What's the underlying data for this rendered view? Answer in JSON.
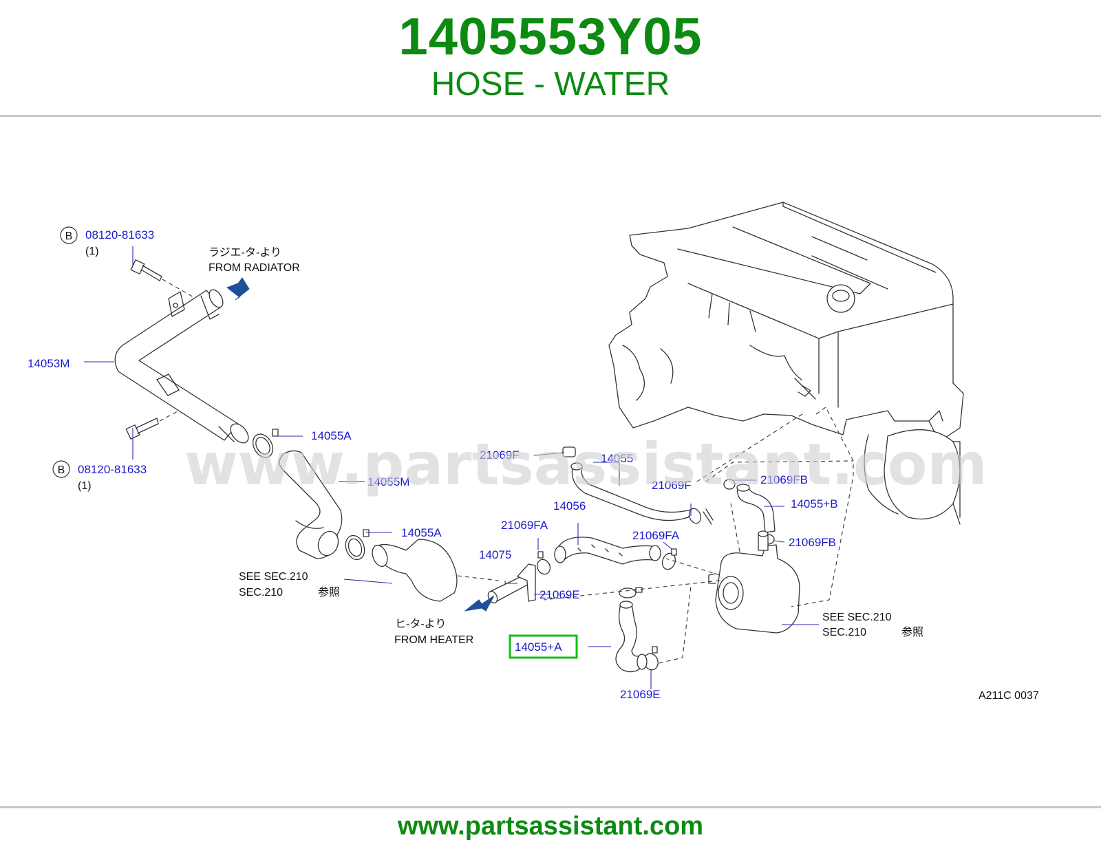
{
  "header": {
    "part_number": "1405553Y05",
    "part_name": "HOSE - WATER"
  },
  "footer": {
    "url": "www.partsassistant.com"
  },
  "watermark": "www.partsassistant.com",
  "diagram_code": "A211C   0037",
  "labels": {
    "bolt_top": "08120-81633",
    "bolt_top_qty": "(1)",
    "bolt_bottom": "08120-81633",
    "bolt_bottom_qty": "(1)",
    "bolt_badge": "B",
    "pipe": "14053M",
    "clamp_a1": "14055A",
    "hose_m": "14055M",
    "clamp_a2": "14055A",
    "clamp_f1": "21069F",
    "hose_14055": "14055",
    "clamp_f2": "21069F",
    "clamp_fb1": "21069FB",
    "hose_b": "14055+B",
    "clamp_fb2": "21069FB",
    "hose_14056": "14056",
    "clamp_fa1": "21069FA",
    "clamp_fa2": "21069FA",
    "tube_14075": "14075",
    "clamp_e1": "21069E",
    "hose_a": "14055+A",
    "clamp_e2": "21069E"
  },
  "notes": {
    "radiator_jp": "ラジエ-タ-より",
    "radiator_en": "FROM   RADIATOR",
    "heater_jp": "ヒ-タ-より",
    "heater_en": "FROM   HEATER",
    "see_left_1": "SEE   SEC.210",
    "see_left_2": "SEC.210",
    "see_left_jp": "参照",
    "see_right_1": "SEE   SEC.210",
    "see_right_2": "SEC.210",
    "see_right_jp": "参照"
  },
  "colors": {
    "brand_green": "#0d8a12",
    "label_blue": "#1a1acc",
    "highlight_green": "#10c010",
    "arrow_blue": "#1f4f9a"
  }
}
